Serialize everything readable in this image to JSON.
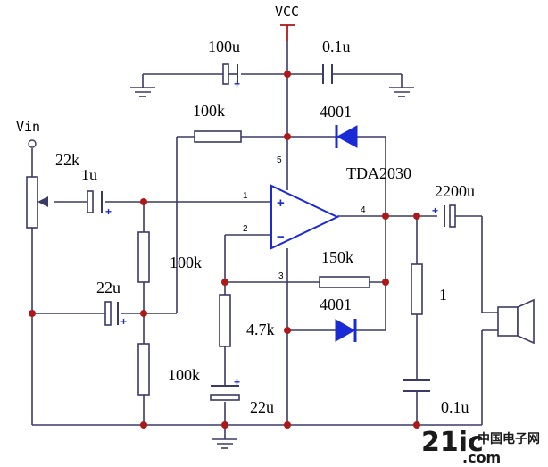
{
  "labels": {
    "vcc": "VCC",
    "vin": "Vin",
    "c_top_left": "100u",
    "c_top_right": "0.1u",
    "r_feedback_top": "100k",
    "diode_top": "4001",
    "ic": "TDA2030",
    "r_pot": "22k",
    "c_input": "1u",
    "c_output": "2200u",
    "r_bias_mid": "100k",
    "c_bypass": "22u",
    "r_feedback": "150k",
    "diode_bottom": "4001",
    "r_gain": "4.7k",
    "r_zobel": "1",
    "r_bias_low": "100k",
    "c_gain": "22u",
    "c_zobel": "0.1u"
  },
  "pins": {
    "p1": "1",
    "p2": "2",
    "p3": "3",
    "p4": "4",
    "p5": "5"
  },
  "opamp": {
    "plus": "+",
    "minus": "−"
  },
  "polarity": "+",
  "watermark": {
    "logo": "21ic",
    "domain": ".com",
    "chinese": "中国电子网"
  }
}
